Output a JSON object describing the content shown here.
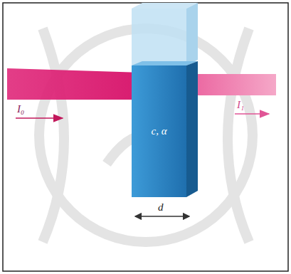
{
  "diagram": {
    "nodes": [
      {
        "text": [
          "c, α"
        ]
      }
    ],
    "labels": [
      "I₀",
      "I₁",
      "d"
    ]
  }
}
